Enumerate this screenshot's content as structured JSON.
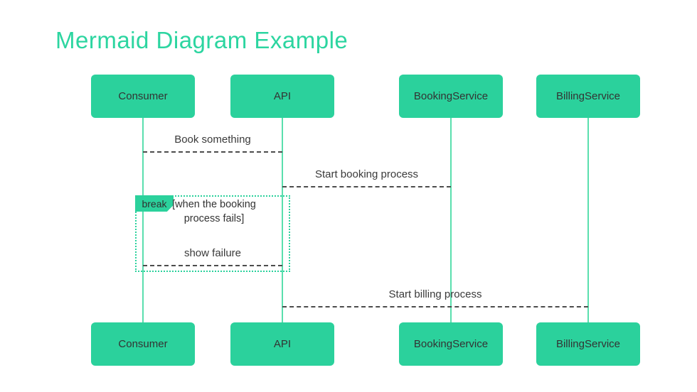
{
  "title": "Mermaid Diagram Example",
  "diagram": {
    "type": "sequence",
    "actors": [
      {
        "label": "Consumer"
      },
      {
        "label": "API"
      },
      {
        "label": "BookingService"
      },
      {
        "label": "BillingService"
      }
    ],
    "messages": [
      {
        "text": "Book something",
        "from": "Consumer",
        "to": "API",
        "line": "dashed"
      },
      {
        "text": "Start booking process",
        "from": "API",
        "to": "BookingService",
        "line": "dashed"
      },
      {
        "text": "show failure",
        "from": "API",
        "to": "Consumer",
        "line": "dashed"
      },
      {
        "text": "Start billing process",
        "from": "API",
        "to": "BillingService",
        "line": "dashed"
      }
    ],
    "break_block": {
      "label": "break",
      "condition": "[when the booking process fails]"
    }
  },
  "colors": {
    "accent_green": "#2bd19c",
    "title_green": "#2cd5a0",
    "lifeline_green": "#5adfae",
    "text_dark": "#333333",
    "message_line": "#4c4c4c",
    "background": "#ffffff"
  }
}
